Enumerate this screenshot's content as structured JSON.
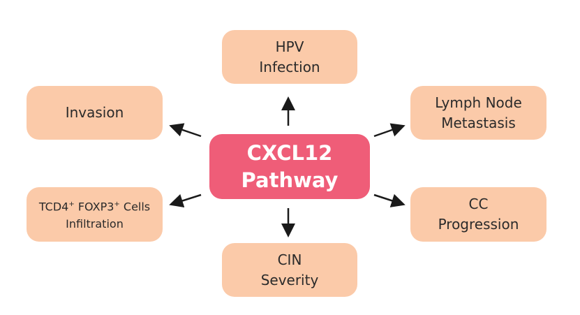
{
  "center": {
    "label": "CXCL12\nPathway"
  },
  "nodes": {
    "hpv": "HPV\nInfection",
    "invasion": "Invasion",
    "lymph": "Lymph Node\nMetastasis",
    "tcd4_line1_a": "TCD4",
    "tcd4_line1_b": "FOXP3",
    "tcd4_line1_c": "Cells",
    "tcd4_sup": "+",
    "tcd4_line2": "Infiltration",
    "cc": "CC\nProgression",
    "cin": "CIN\nSeverity"
  },
  "colors": {
    "center": "#ef5d78",
    "node": "#fbcaa9",
    "arrow": "#1a1a1a"
  }
}
